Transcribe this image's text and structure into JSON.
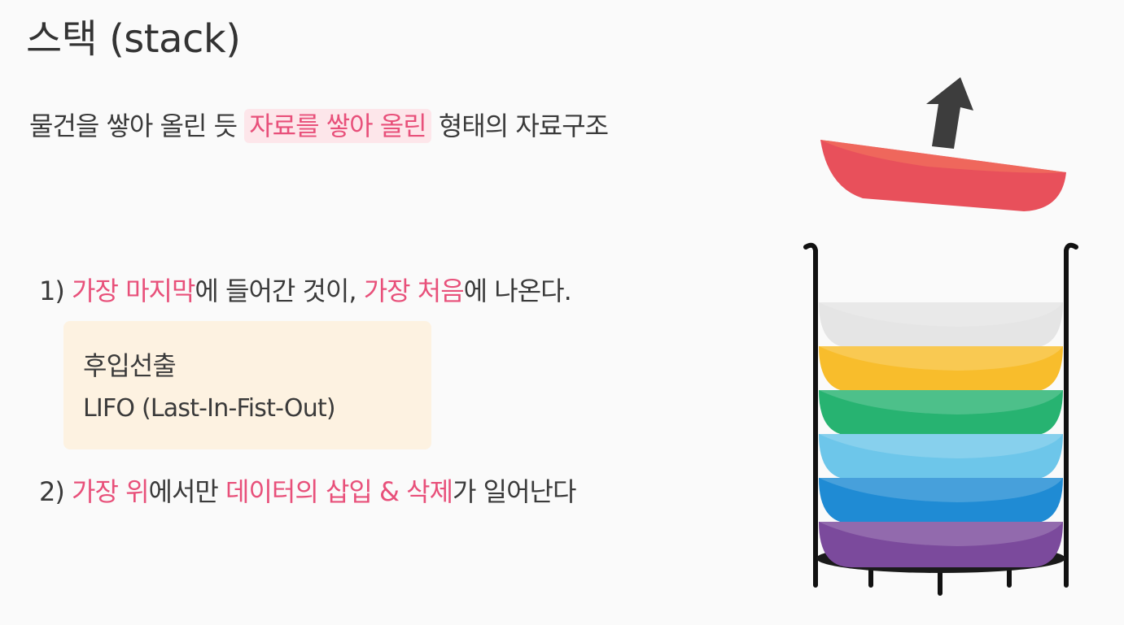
{
  "title": "스택 (stack)",
  "subtitle": {
    "before": "물건을 쌓아 올린 듯 ",
    "highlight": "자료를 쌓아 올린",
    "after": " 형태의 자료구조"
  },
  "point1": {
    "number": "1) ",
    "hl1": "가장 마지막",
    "mid": "에 들어간 것이, ",
    "hl2": "가장 처음",
    "end": "에 나온다."
  },
  "lifo": {
    "korean": "후입선출",
    "english": "LIFO (Last-In-Fist-Out)"
  },
  "point2": {
    "number": "2) ",
    "hl1": "가장 위",
    "mid": "에서만 ",
    "hl2": "데이터의 삽입 & 삭제",
    "end": "가 일어난다"
  },
  "colors": {
    "accent": "#e8507a",
    "highlight_bg": "#fde6ea",
    "lifo_bg": "#fdf2e1",
    "popped_plate": "#e8505b",
    "plates": [
      "#e5e5e5",
      "#f8bd2c",
      "#27b371",
      "#6dc6ea",
      "#1f8bd4",
      "#7b4a9c"
    ]
  },
  "icons": [
    "up-arrow-icon",
    "plate-stack-icon"
  ]
}
